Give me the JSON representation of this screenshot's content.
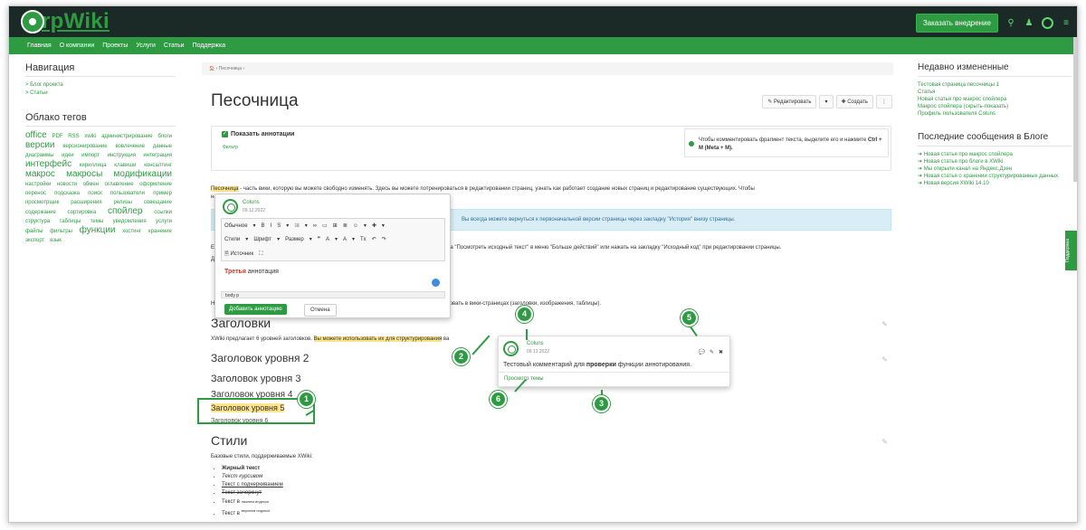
{
  "brand": {
    "logo_prefix": "@",
    "logo_name": "rpWiki"
  },
  "header": {
    "order_button": "Заказать внедрение"
  },
  "nav": [
    "Главная",
    "О компании",
    "Проекты",
    "Услуги",
    "Статьи",
    "Поддержка"
  ],
  "left": {
    "nav_title": "Навигация",
    "nav_links": [
      "> Блог проекта",
      "> Статьи"
    ],
    "tags_title": "Облако тегов",
    "tags": [
      {
        "t": "office",
        "s": "big"
      },
      {
        "t": "PDF",
        "s": ""
      },
      {
        "t": "RSS",
        "s": ""
      },
      {
        "t": "xwiki",
        "s": ""
      },
      {
        "t": "администрирование",
        "s": ""
      },
      {
        "t": "блоги",
        "s": ""
      },
      {
        "t": "версии",
        "s": "big"
      },
      {
        "t": "версионирование",
        "s": ""
      },
      {
        "t": "вовлечение",
        "s": ""
      },
      {
        "t": "данные",
        "s": ""
      },
      {
        "t": "диаграммы",
        "s": ""
      },
      {
        "t": "идеи",
        "s": ""
      },
      {
        "t": "импорт",
        "s": ""
      },
      {
        "t": "инструкция",
        "s": ""
      },
      {
        "t": "интеграция",
        "s": ""
      },
      {
        "t": "интерфейс",
        "s": "big"
      },
      {
        "t": "кириллица",
        "s": ""
      },
      {
        "t": "клавиши",
        "s": ""
      },
      {
        "t": "консалтинг",
        "s": ""
      },
      {
        "t": "макрос",
        "s": "big"
      },
      {
        "t": "макросы",
        "s": "big"
      },
      {
        "t": "модификации",
        "s": "big"
      },
      {
        "t": "настройки",
        "s": ""
      },
      {
        "t": "новости",
        "s": ""
      },
      {
        "t": "обмен",
        "s": ""
      },
      {
        "t": "оглавление",
        "s": ""
      },
      {
        "t": "оформление",
        "s": ""
      },
      {
        "t": "перенос",
        "s": ""
      },
      {
        "t": "подсказка",
        "s": ""
      },
      {
        "t": "поиск",
        "s": ""
      },
      {
        "t": "пользователи",
        "s": ""
      },
      {
        "t": "пример",
        "s": ""
      },
      {
        "t": "просмотрщик",
        "s": ""
      },
      {
        "t": "расширения",
        "s": ""
      },
      {
        "t": "релизы",
        "s": ""
      },
      {
        "t": "совещание",
        "s": ""
      },
      {
        "t": "содержание",
        "s": ""
      },
      {
        "t": "сортировка",
        "s": ""
      },
      {
        "t": "спойлер",
        "s": "big"
      },
      {
        "t": "ссылки",
        "s": ""
      },
      {
        "t": "структура",
        "s": ""
      },
      {
        "t": "таблицы",
        "s": ""
      },
      {
        "t": "темы",
        "s": ""
      },
      {
        "t": "уведомления",
        "s": ""
      },
      {
        "t": "услуги",
        "s": ""
      },
      {
        "t": "файлы",
        "s": ""
      },
      {
        "t": "фильтры",
        "s": ""
      },
      {
        "t": "функции",
        "s": "big"
      },
      {
        "t": "хостинг",
        "s": ""
      },
      {
        "t": "хранение",
        "s": ""
      },
      {
        "t": "экспорт",
        "s": ""
      },
      {
        "t": "язык",
        "s": ""
      }
    ]
  },
  "breadcrumb": "🏠 › Песочница ›",
  "page_title": "Песочница",
  "actions": {
    "edit": "✎ Редактировать",
    "edit_dropdown": "▾",
    "create": "✚ Создать",
    "more": "⋮"
  },
  "annotations_panel": {
    "show_label": "Показать аннотации",
    "filter_link": "Фильтр",
    "hint": "Чтобы комментировать фрагмент текста, выделите его и нажмите",
    "hint_keys": "Ctrl + M (Meta + M)."
  },
  "content": {
    "intro_hl": "Песочница",
    "intro_rest": " - часть вики, которую вы можете свободно изменять. Здесь вы можете потренироваться в редактировании страниц, узнать как работает создание новых страниц и редактирование существующих. Чтобы",
    "intro_line2": "на",
    "info_box": "Вы всегда можете вернуться к первоначальной версии страницы через закладку \"История\" внизу страницы.",
    "line_ecl_left": "Есл",
    "line_ecl_right": "на \"Посмотреть исходный текст\" в меню \"Больше действий\" или нажать на закладку \"Исходный код\" при редактировании страницы.",
    "line_d": "Д",
    "line_ni_left": "Ни",
    "line_ni_right": "зовать в вики-страницах (заголовки, изображения, таблицы).",
    "h_zagolovki": "Заголовки",
    "xwiki_text": "XWiki предлагает 6 уровней заголовков. ",
    "xwiki_hl": "Вы можете использовать их для структурирования",
    "xwiki_tail": " ва",
    "h2": "Заголовок уровня 2",
    "h3": "Заголовок уровня 3",
    "h4": "Заголовок уровня 4",
    "h5": "Заголовок уровня 5",
    "h6": "Заголовок уровня 6",
    "h_styles": "Стили",
    "styles_intro": "Базовые стили, поддерживаемые XWiki:",
    "styles": {
      "bold": "Жирный текст",
      "italic": "Текст курсивом",
      "underline": "Текст с подчеркиванием",
      "strike": "Текст зачеркнут",
      "sub_prefix": "Текст в ",
      "sub": "нижнем индексе",
      "sup_prefix": "Текст в ",
      "sup": "верхнем индексе"
    }
  },
  "editor": {
    "user": "Coluns",
    "date": "09.12.2022",
    "toolbar_row1": [
      "Обычное",
      "▾",
      "B",
      "I",
      "S",
      "▾",
      "⁝≡",
      "▾",
      "∞",
      "▭",
      "⊞",
      "≣",
      "☺",
      "▾",
      "✚",
      "▾"
    ],
    "toolbar_row2": [
      "Стили",
      "▾",
      "Шрифт",
      "▾",
      "Размер",
      "▾",
      "❞",
      "A",
      "▾",
      "A",
      "▾",
      "Tx",
      "↶",
      "↷"
    ],
    "toolbar_row3": [
      "🗎 Источник",
      "⛶"
    ],
    "text_red": "Третья",
    "text_rest": " аннотация",
    "status": "body  p",
    "add_button": "Добавить аннотацию",
    "cancel_button": "Отмена"
  },
  "comment": {
    "user": "Coluns",
    "date": "09.12.2022",
    "icons": [
      "💬",
      "✎",
      "✖"
    ],
    "text_before": "Тестовый комментарий для ",
    "text_bold": "проверки",
    "text_after": " функции аннотирования.",
    "link": "Просмотр темы"
  },
  "markers": [
    "1",
    "2",
    "3",
    "4",
    "5",
    "6"
  ],
  "right": {
    "recent_title": "Недавно измененные",
    "recent_links": [
      "Тестовая страница песочницы 1",
      "Статья",
      "Новая статья про макрос спойлера",
      "Макрос спойлера (скрыть-показать)",
      "Профиль пользователя Coluns"
    ],
    "blog_title": "Последние сообщения в Блоге",
    "blog_links": [
      "➔ Новая статья про макрос спойлера",
      "➔ Новая статья про блоги в XWiki",
      "➔ Мы открыли канал на Яндекс.Дзен",
      "➔ Новая статья о хранении структурированных данных",
      "➔ Новая версия XWiki 14.10"
    ]
  },
  "feedback_tab": "Поддержка",
  "colors": {
    "brand": "#2e9b43",
    "topbar": "#1b2a26",
    "highlight": "#fbe48a",
    "info": "#d9edf7"
  }
}
